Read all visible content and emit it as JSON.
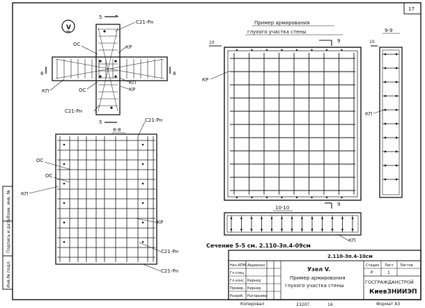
{
  "sheet": {
    "page_number": "17",
    "code": "2.110-3п.4-10см",
    "format_label": "Формат А3",
    "copied_label": "Копировал",
    "stamp_numbers": [
      "23207",
      "16"
    ]
  },
  "node_view": {
    "roman": "V",
    "section_mark": "5",
    "cut_mark": "8",
    "labels": {
      "c21_top": "С21-Рн",
      "c21_bottom": "С21-Рн",
      "kr": "КР",
      "kp": "КП",
      "kp2": "КП",
      "kr2": "КР",
      "oc1": "ОС",
      "oc2": "ОС"
    }
  },
  "section_8": {
    "title": "8-8",
    "labels": {
      "c21_top": "С21-Рн",
      "c21_mid": "С21-Рн",
      "c21_bot": "С21-Рн",
      "oc1": "ОС",
      "oc2": "ОС",
      "kp": "КП",
      "kr": "КР"
    }
  },
  "example": {
    "title_line1": "Пример армирования",
    "title_line2": "глухого участка стены",
    "cut_10": "10",
    "cut_9": "9",
    "kr_label": "КР",
    "section_99": "9-9",
    "kp_label": "КП",
    "section_1010": "10-10",
    "kp_label2": "КП"
  },
  "caption": "Сечение 5-5 см. 2.110-3п.4-09см",
  "title_block": {
    "rows": [
      {
        "role": "Нач.АПМ",
        "name": "Авдеенко"
      },
      {
        "role": "Гл.спец",
        "name": ""
      },
      {
        "role": "Гл.конс",
        "name": "Кирнер"
      },
      {
        "role": "Провер.",
        "name": "Кирнер"
      },
      {
        "role": "Разраб.",
        "name": "Рыгорьева"
      }
    ],
    "title_lines": [
      "Узел V.",
      "Пример армирования",
      "глухого участка стены"
    ],
    "stage_header": "Стадия",
    "sheet_header": "Лист",
    "sheets_header": "Листов",
    "stage_value": "Р",
    "sheet_value": "1",
    "org1": "ГОСГРАЖДАНСТРОЙ",
    "org2": "КиевЗНИИЭП"
  },
  "side_stamp": [
    "Инв.№ подл.",
    "Подпись и дата",
    "Взам. инв. №"
  ]
}
